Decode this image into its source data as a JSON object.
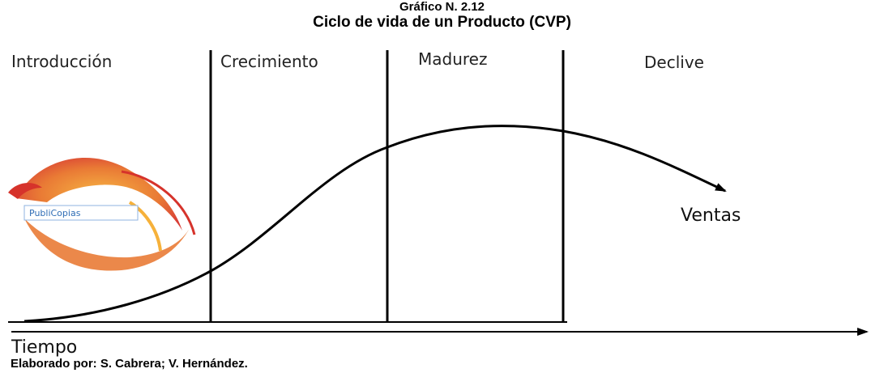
{
  "caption": {
    "number": "Gráfico N. 2.12",
    "title": "Ciclo de vida de un Producto (CVP)"
  },
  "stages": [
    {
      "label": "Introducción"
    },
    {
      "label": "Crecimiento"
    },
    {
      "label": "Madurez"
    },
    {
      "label": "Declive"
    }
  ],
  "curve_label": "Ventas",
  "axis_label": "Tiempo",
  "logo": {
    "text": "PubliCopias"
  },
  "credit": "Elaborado por: S. Cabrera; V.  Hernández.",
  "colors": {
    "line": "#000000",
    "logo_orange": "#e8732a",
    "logo_red": "#d6332b",
    "logo_text": "#2f6db5"
  }
}
